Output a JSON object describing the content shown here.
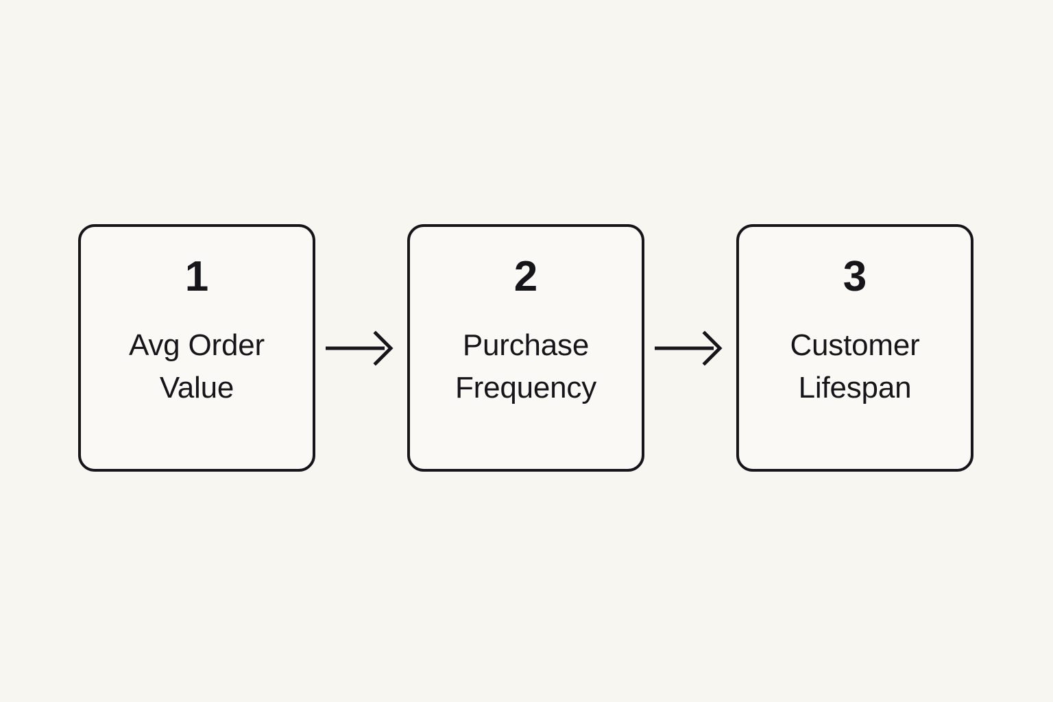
{
  "diagram": {
    "type": "horizontal-process-flow",
    "background_color": "#F7F6F1",
    "box_fill_color": "#FAF9F5",
    "stroke_color": "#16161A",
    "text_color": "#16161A",
    "steps": [
      {
        "number": "1",
        "label": "Avg Order Value",
        "label_line_1": "Avg Order",
        "label_line_2": "Value"
      },
      {
        "number": "2",
        "label": "Purchase Frequency",
        "label_line_1": "Purchase",
        "label_line_2": "Frequency"
      },
      {
        "number": "3",
        "label": "Customer Lifespan",
        "label_line_1": "Customer",
        "label_line_2": "Lifespan"
      }
    ],
    "connectors": [
      {
        "from": "1",
        "to": "2",
        "style": "arrow-right"
      },
      {
        "from": "2",
        "to": "3",
        "style": "arrow-right"
      }
    ]
  }
}
